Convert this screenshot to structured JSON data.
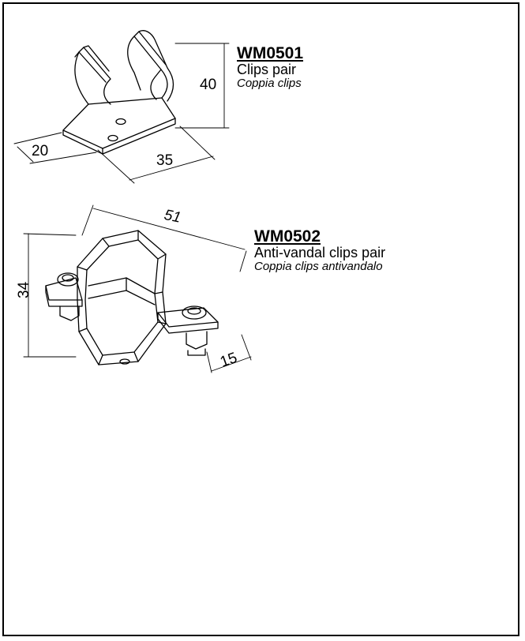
{
  "products": [
    {
      "code": "WM0501",
      "name_en": "Clips pair",
      "name_it": "Coppia clips",
      "dims": {
        "height": "40",
        "depth": "20",
        "width": "35"
      }
    },
    {
      "code": "WM0502",
      "name_en": "Anti-vandal clips pair",
      "name_it": "Coppia clips antivandalo",
      "dims": {
        "width": "51",
        "height": "34",
        "tab": "15"
      }
    }
  ]
}
